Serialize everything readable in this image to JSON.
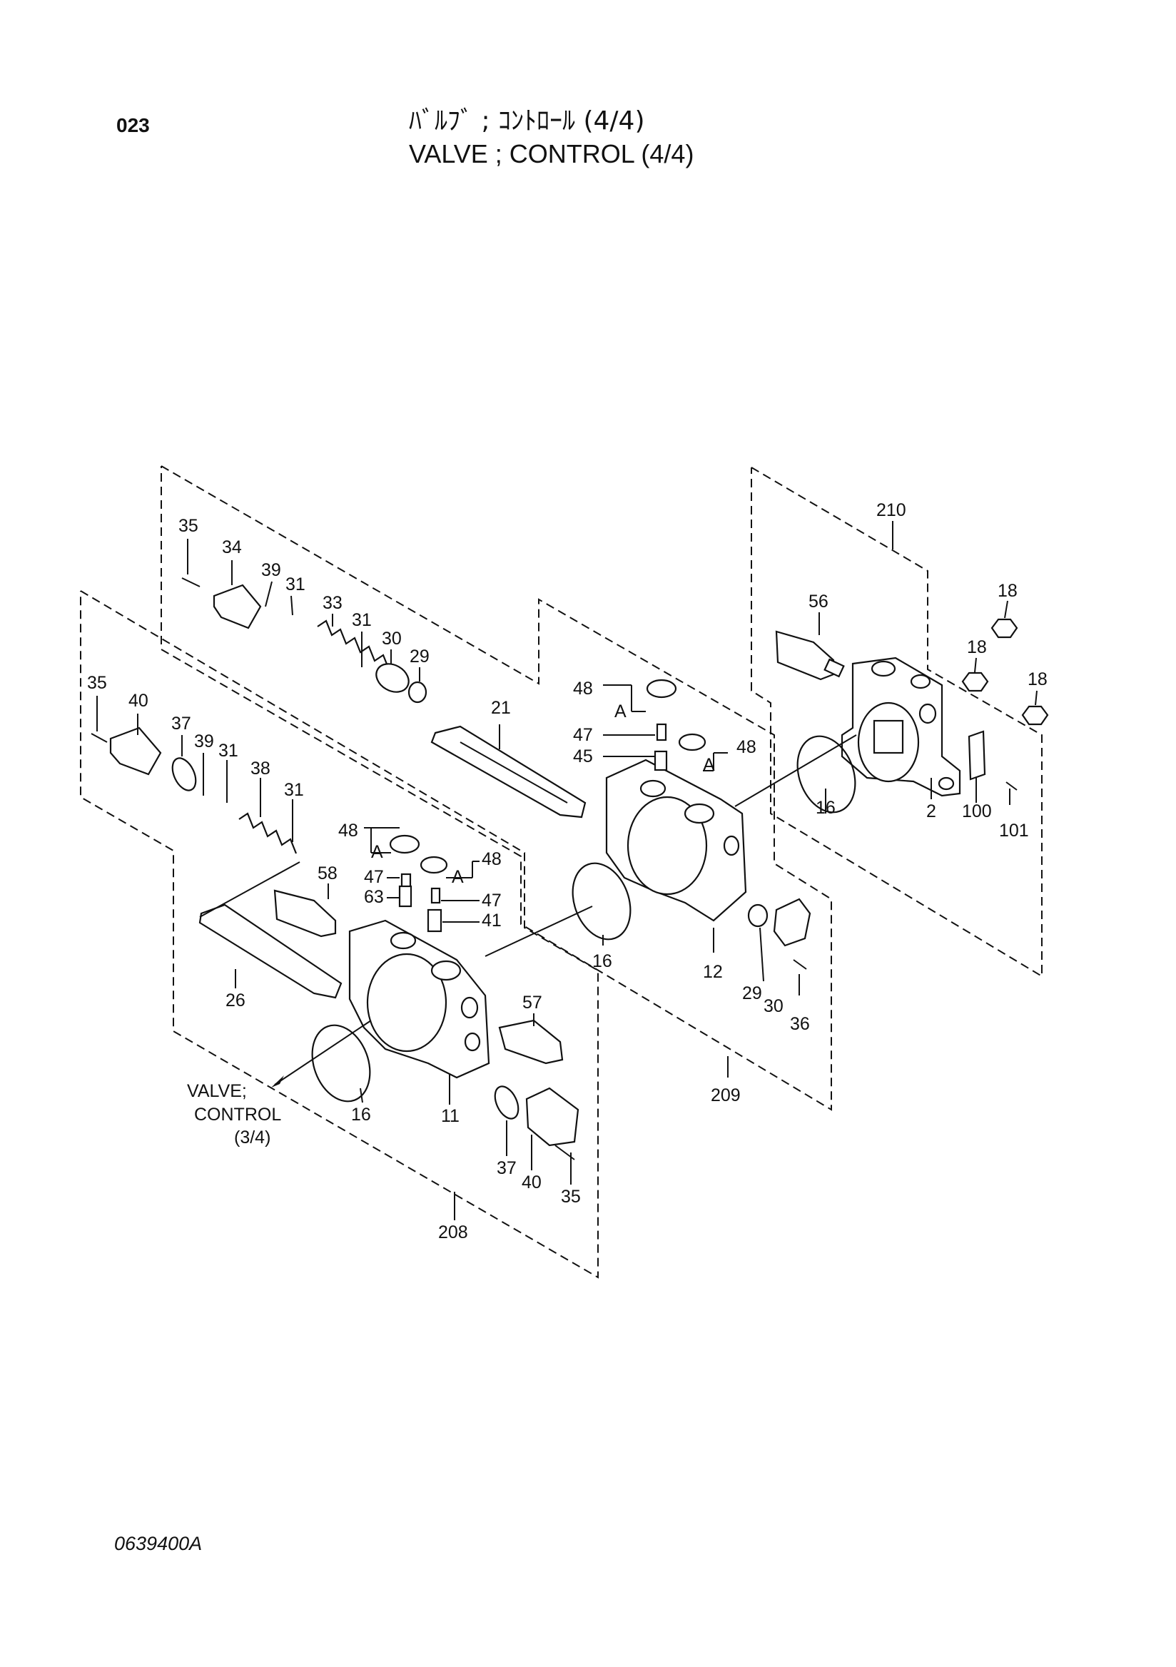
{
  "header": {
    "page_number": "023",
    "title_jp": "ﾊﾞﾙﾌﾞ ; ｺﾝﾄﾛｰﾙ (4/4)",
    "title_en": "VALVE ; CONTROL (4/4)"
  },
  "callouts": {
    "c210": "210",
    "c56": "56",
    "c18a": "18",
    "c18b": "18",
    "c18c": "18",
    "c2": "2",
    "c100": "100",
    "c101": "101",
    "c16r": "16",
    "c35a": "35",
    "c34": "34",
    "c39a": "39",
    "c31a": "31",
    "c33": "33",
    "c31b": "31",
    "c30a": "30",
    "c29a": "29",
    "c21": "21",
    "c48a": "48",
    "cAa": "A",
    "c47a": "47",
    "c45": "45",
    "c48b": "48",
    "cAb": "A",
    "c16m": "16",
    "c12": "12",
    "c29b": "29",
    "c30b": "30",
    "c36": "36",
    "c209": "209",
    "c35b": "35",
    "c40a": "40",
    "c37a": "37",
    "c39b": "39",
    "c31c": "31",
    "c38": "38",
    "c31d": "31",
    "c48c": "48",
    "cAc": "A",
    "c47b": "47",
    "c63": "63",
    "c48d": "48",
    "cAd": "A",
    "c47c": "47",
    "c41": "41",
    "c58": "58",
    "c26": "26",
    "c57": "57",
    "c16l": "16",
    "c11": "11",
    "c37b": "37",
    "c40b": "40",
    "c35c": "35",
    "c208": "208"
  },
  "ref_note": {
    "line1": "VALVE;",
    "line2": "CONTROL",
    "line3": "(3/4)"
  },
  "footer": {
    "drawing_code": "0639400A"
  }
}
